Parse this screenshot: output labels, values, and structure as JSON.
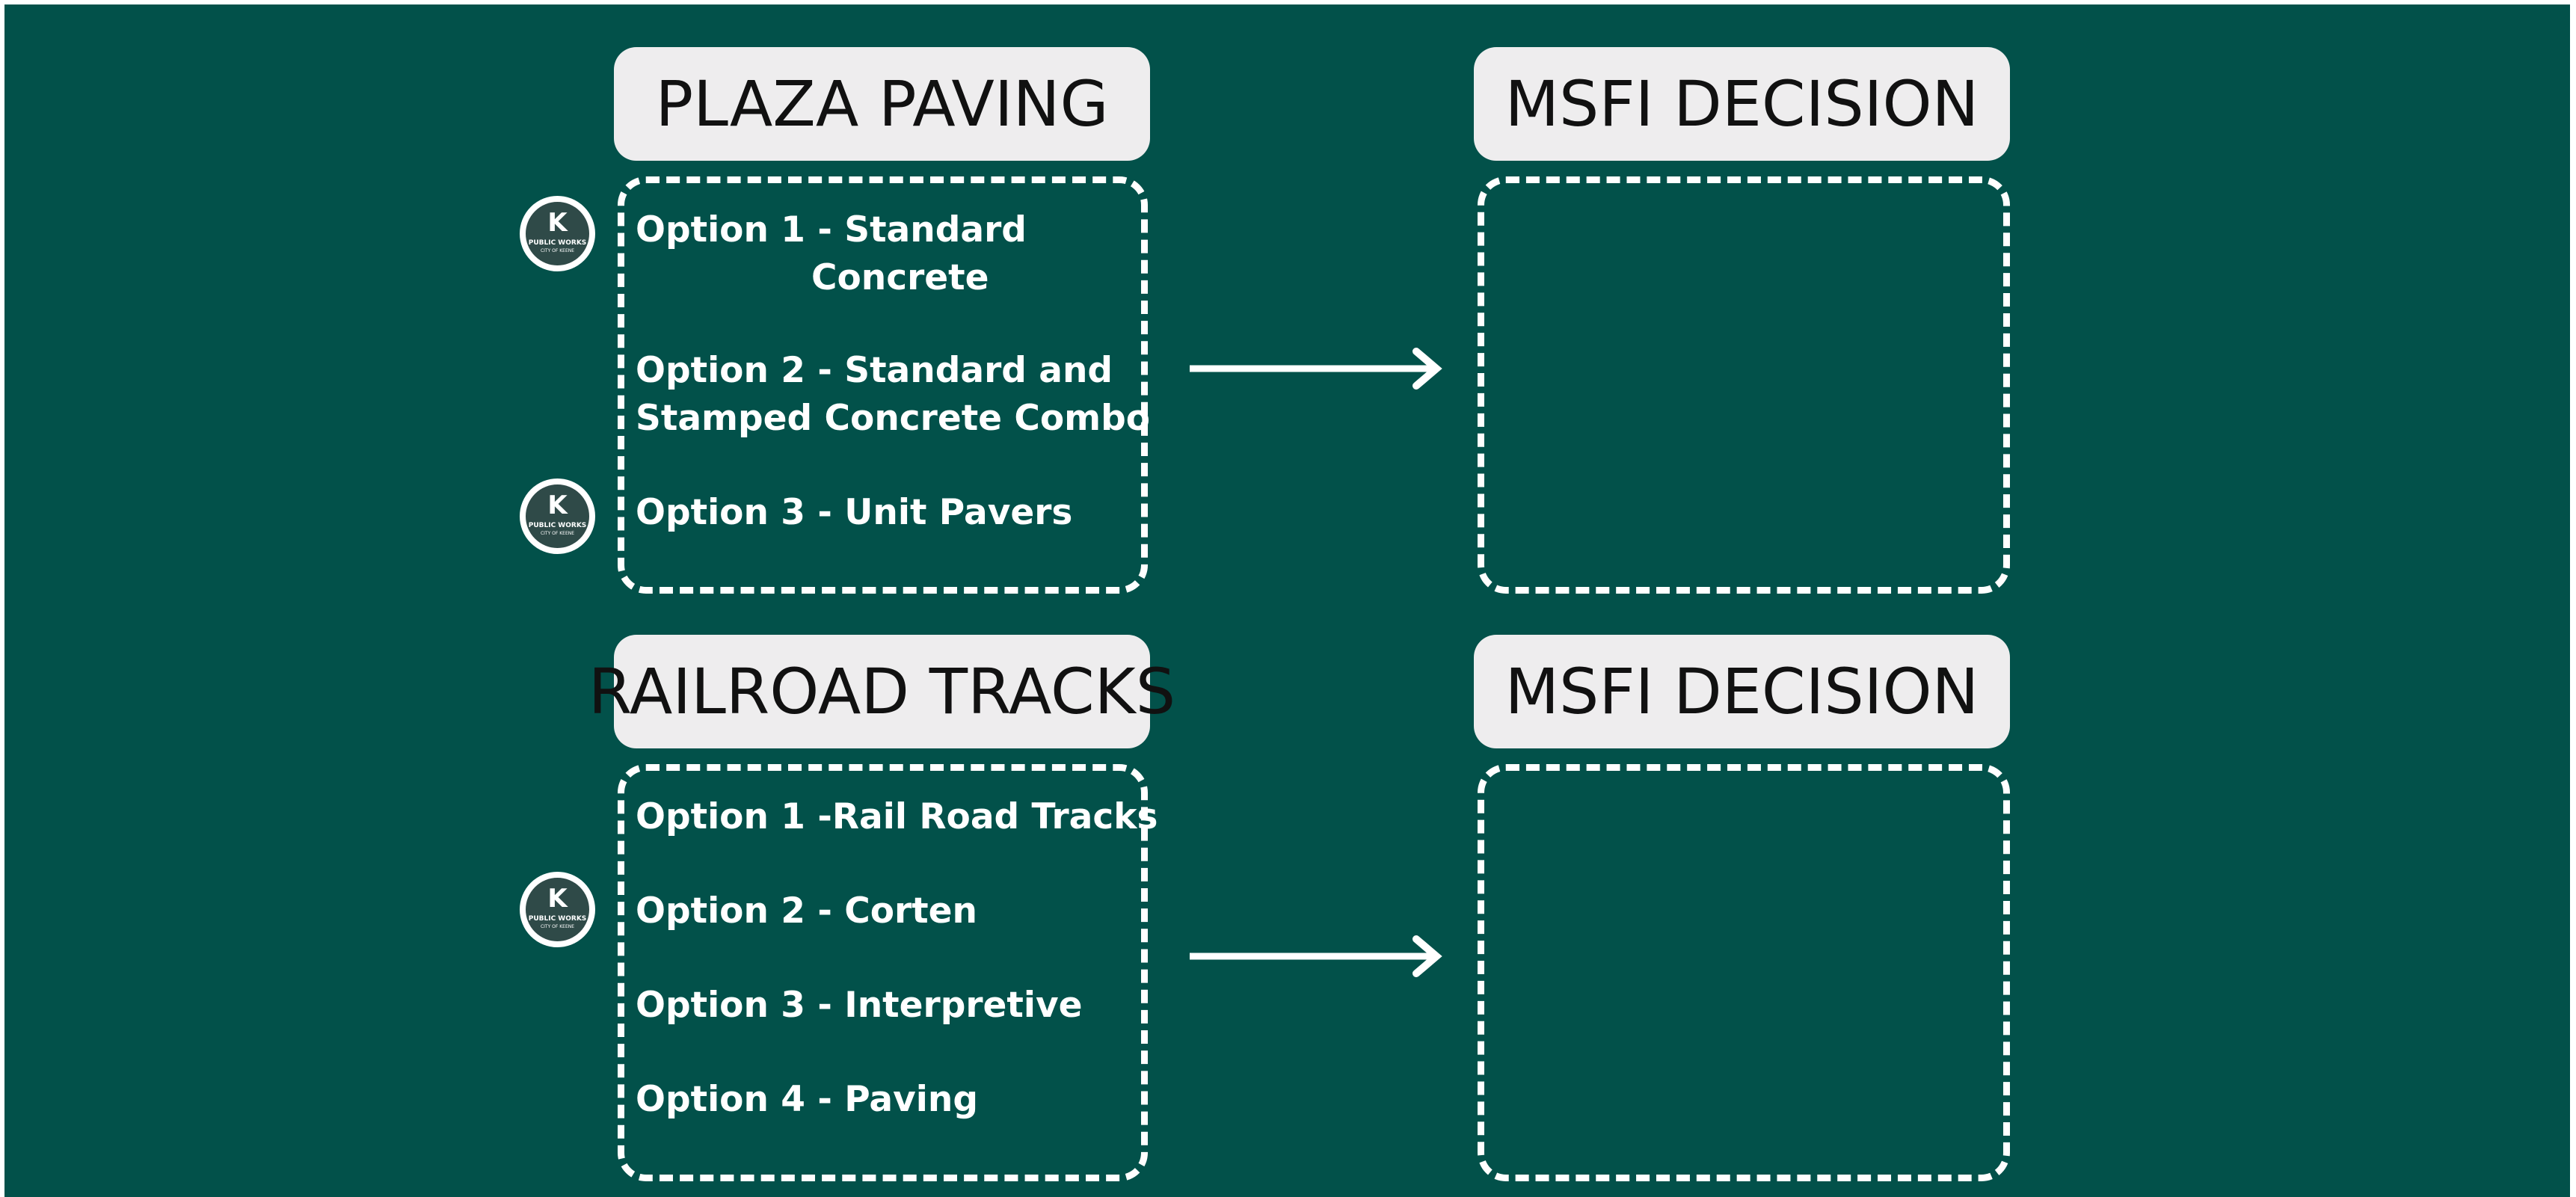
{
  "colors": {
    "background": "#02514A",
    "title_box": "#EEEDEE",
    "outline": "#FFFFFF",
    "badge": "#2F4A48"
  },
  "badge": {
    "letter": "K",
    "line1": "PUBLIC WORKS",
    "line2": "CITY OF KEENE",
    "icon": "public-works-logo"
  },
  "sections": [
    {
      "title": "PLAZA PAVING",
      "decision_title": "MSFI DECISION",
      "options": [
        {
          "line1": "Option 1 - Standard",
          "line2": "Concrete"
        },
        {
          "line1": "Option 2 - Standard and",
          "line2": "Stamped Concrete Combo"
        },
        {
          "line1": "Option 3 - Unit Pavers"
        }
      ]
    },
    {
      "title": "RAILROAD TRACKS",
      "decision_title": "MSFI DECISION",
      "options": [
        {
          "line1": "Option 1 -Rail Road Tracks"
        },
        {
          "line1": "Option 2 - Corten"
        },
        {
          "line1": "Option 3 - Interpretive"
        },
        {
          "line1": "Option 4 - Paving"
        }
      ]
    }
  ]
}
